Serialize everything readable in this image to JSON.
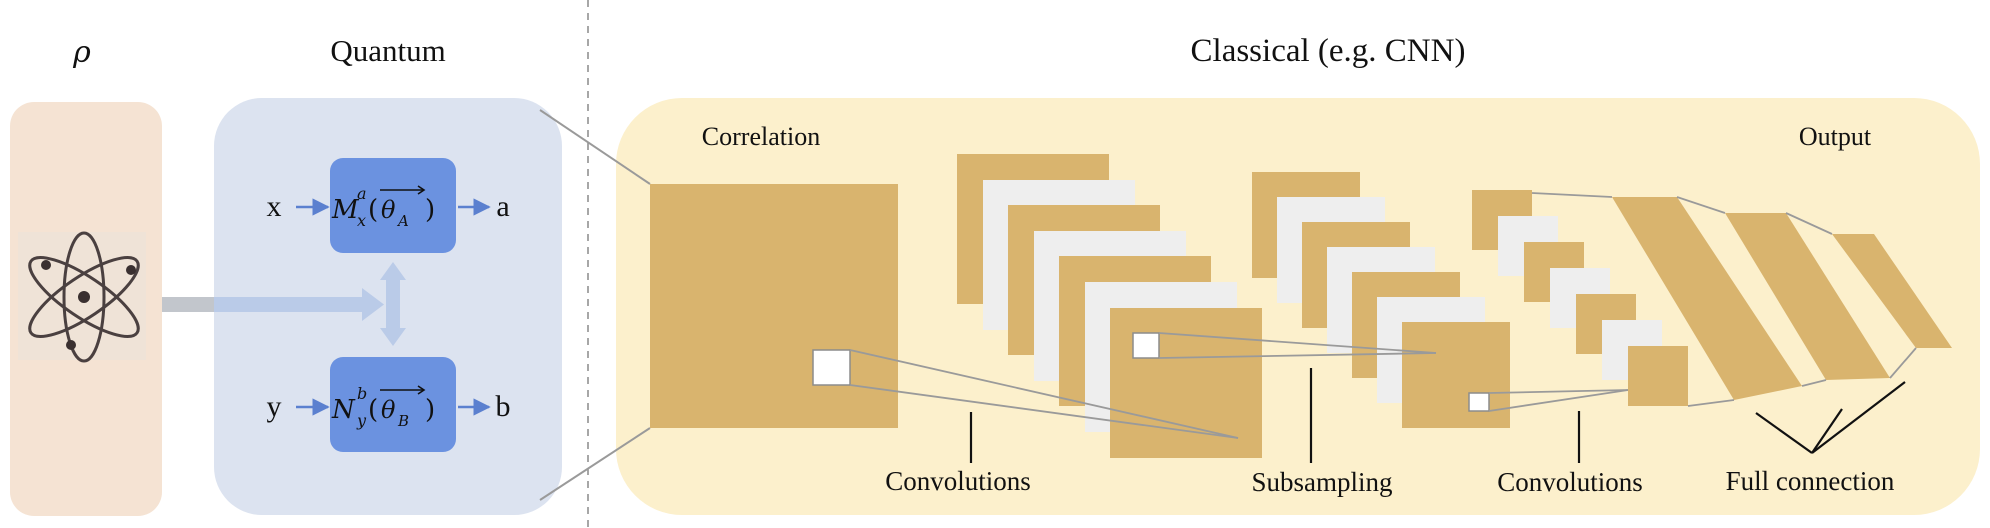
{
  "headers": {
    "rho": "ρ",
    "quantum": "Quantum",
    "classical": "Classical (e.g. CNN)"
  },
  "quantum_block": {
    "input_x": "x",
    "input_y": "y",
    "output_a": "a",
    "output_b": "b",
    "measurement_top": {
      "op": "M",
      "sub": "x",
      "sup": "a",
      "param": "θ",
      "param_sub": "A"
    },
    "measurement_bottom": {
      "op": "N",
      "sub": "y",
      "sup": "b",
      "param": "θ",
      "param_sub": "B"
    }
  },
  "classical_block": {
    "correlation_label": "Correlation",
    "output_label": "Output",
    "stage_labels": [
      "Convolutions",
      "Subsampling",
      "Convolutions",
      "Full connection"
    ]
  },
  "colors": {
    "atom_panel": "#F5E3D3",
    "quantum_panel": "#DCE3F0",
    "measure_box": "#6B92E0",
    "classical_panel": "#FCF0CC",
    "feature_map": "#D9B46E",
    "feature_map_alt": "#EEEEEE",
    "connector": "#9A9A9A"
  },
  "icons": {
    "atom": "atom-icon"
  }
}
